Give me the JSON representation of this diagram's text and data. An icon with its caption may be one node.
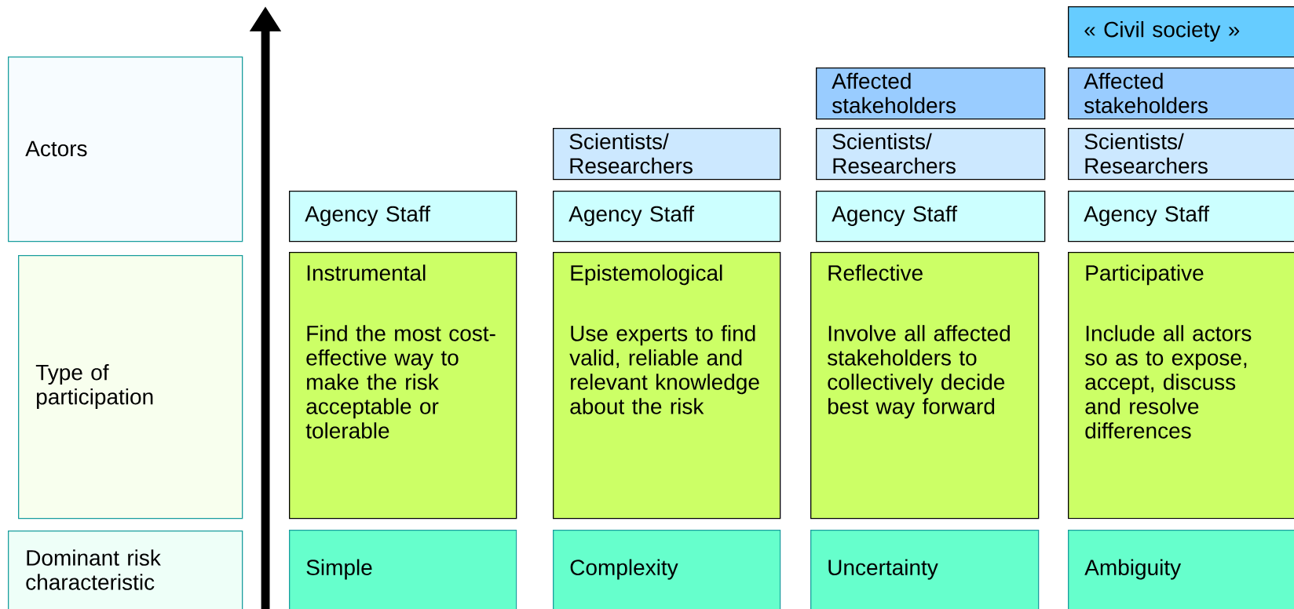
{
  "diagram": {
    "nodes": [
      {
        "text": [
          "Actors"
        ]
      },
      {
        "text": [
          "Type of participation"
        ]
      },
      {
        "text": [
          "Dominant risk characteristic"
        ]
      },
      {
        "text": [
          "Agency Staff"
        ]
      },
      {
        "text": [
          "Instrumental",
          "Find the most cost-effective way to make the risk acceptable or tolerable"
        ]
      },
      {
        "text": [
          "Simple"
        ]
      },
      {
        "text": [
          "Scientists/ Researchers"
        ]
      },
      {
        "text": [
          "Agency Staff"
        ]
      },
      {
        "text": [
          "Epistemological",
          "Use experts to find valid, reliable and relevant knowledge about the risk"
        ]
      },
      {
        "text": [
          "Complexity"
        ]
      },
      {
        "text": [
          "Affected stakeholders"
        ]
      },
      {
        "text": [
          "Scientists/ Researchers"
        ]
      },
      {
        "text": [
          "Agency Staff"
        ]
      },
      {
        "text": [
          "Reflective",
          "Involve all affected stakeholders to collectively decide best way forward"
        ]
      },
      {
        "text": [
          "Uncertainty"
        ]
      },
      {
        "text": [
          "« Civil society »"
        ]
      },
      {
        "text": [
          "Affected stakeholders"
        ]
      },
      {
        "text": [
          "Scientists/ Researchers"
        ]
      },
      {
        "text": [
          "Agency Staff"
        ]
      },
      {
        "text": [
          "Participative",
          "Include all actors so as to expose, accept, discuss and resolve differences"
        ]
      },
      {
        "text": [
          "Ambiguity"
        ]
      }
    ]
  }
}
